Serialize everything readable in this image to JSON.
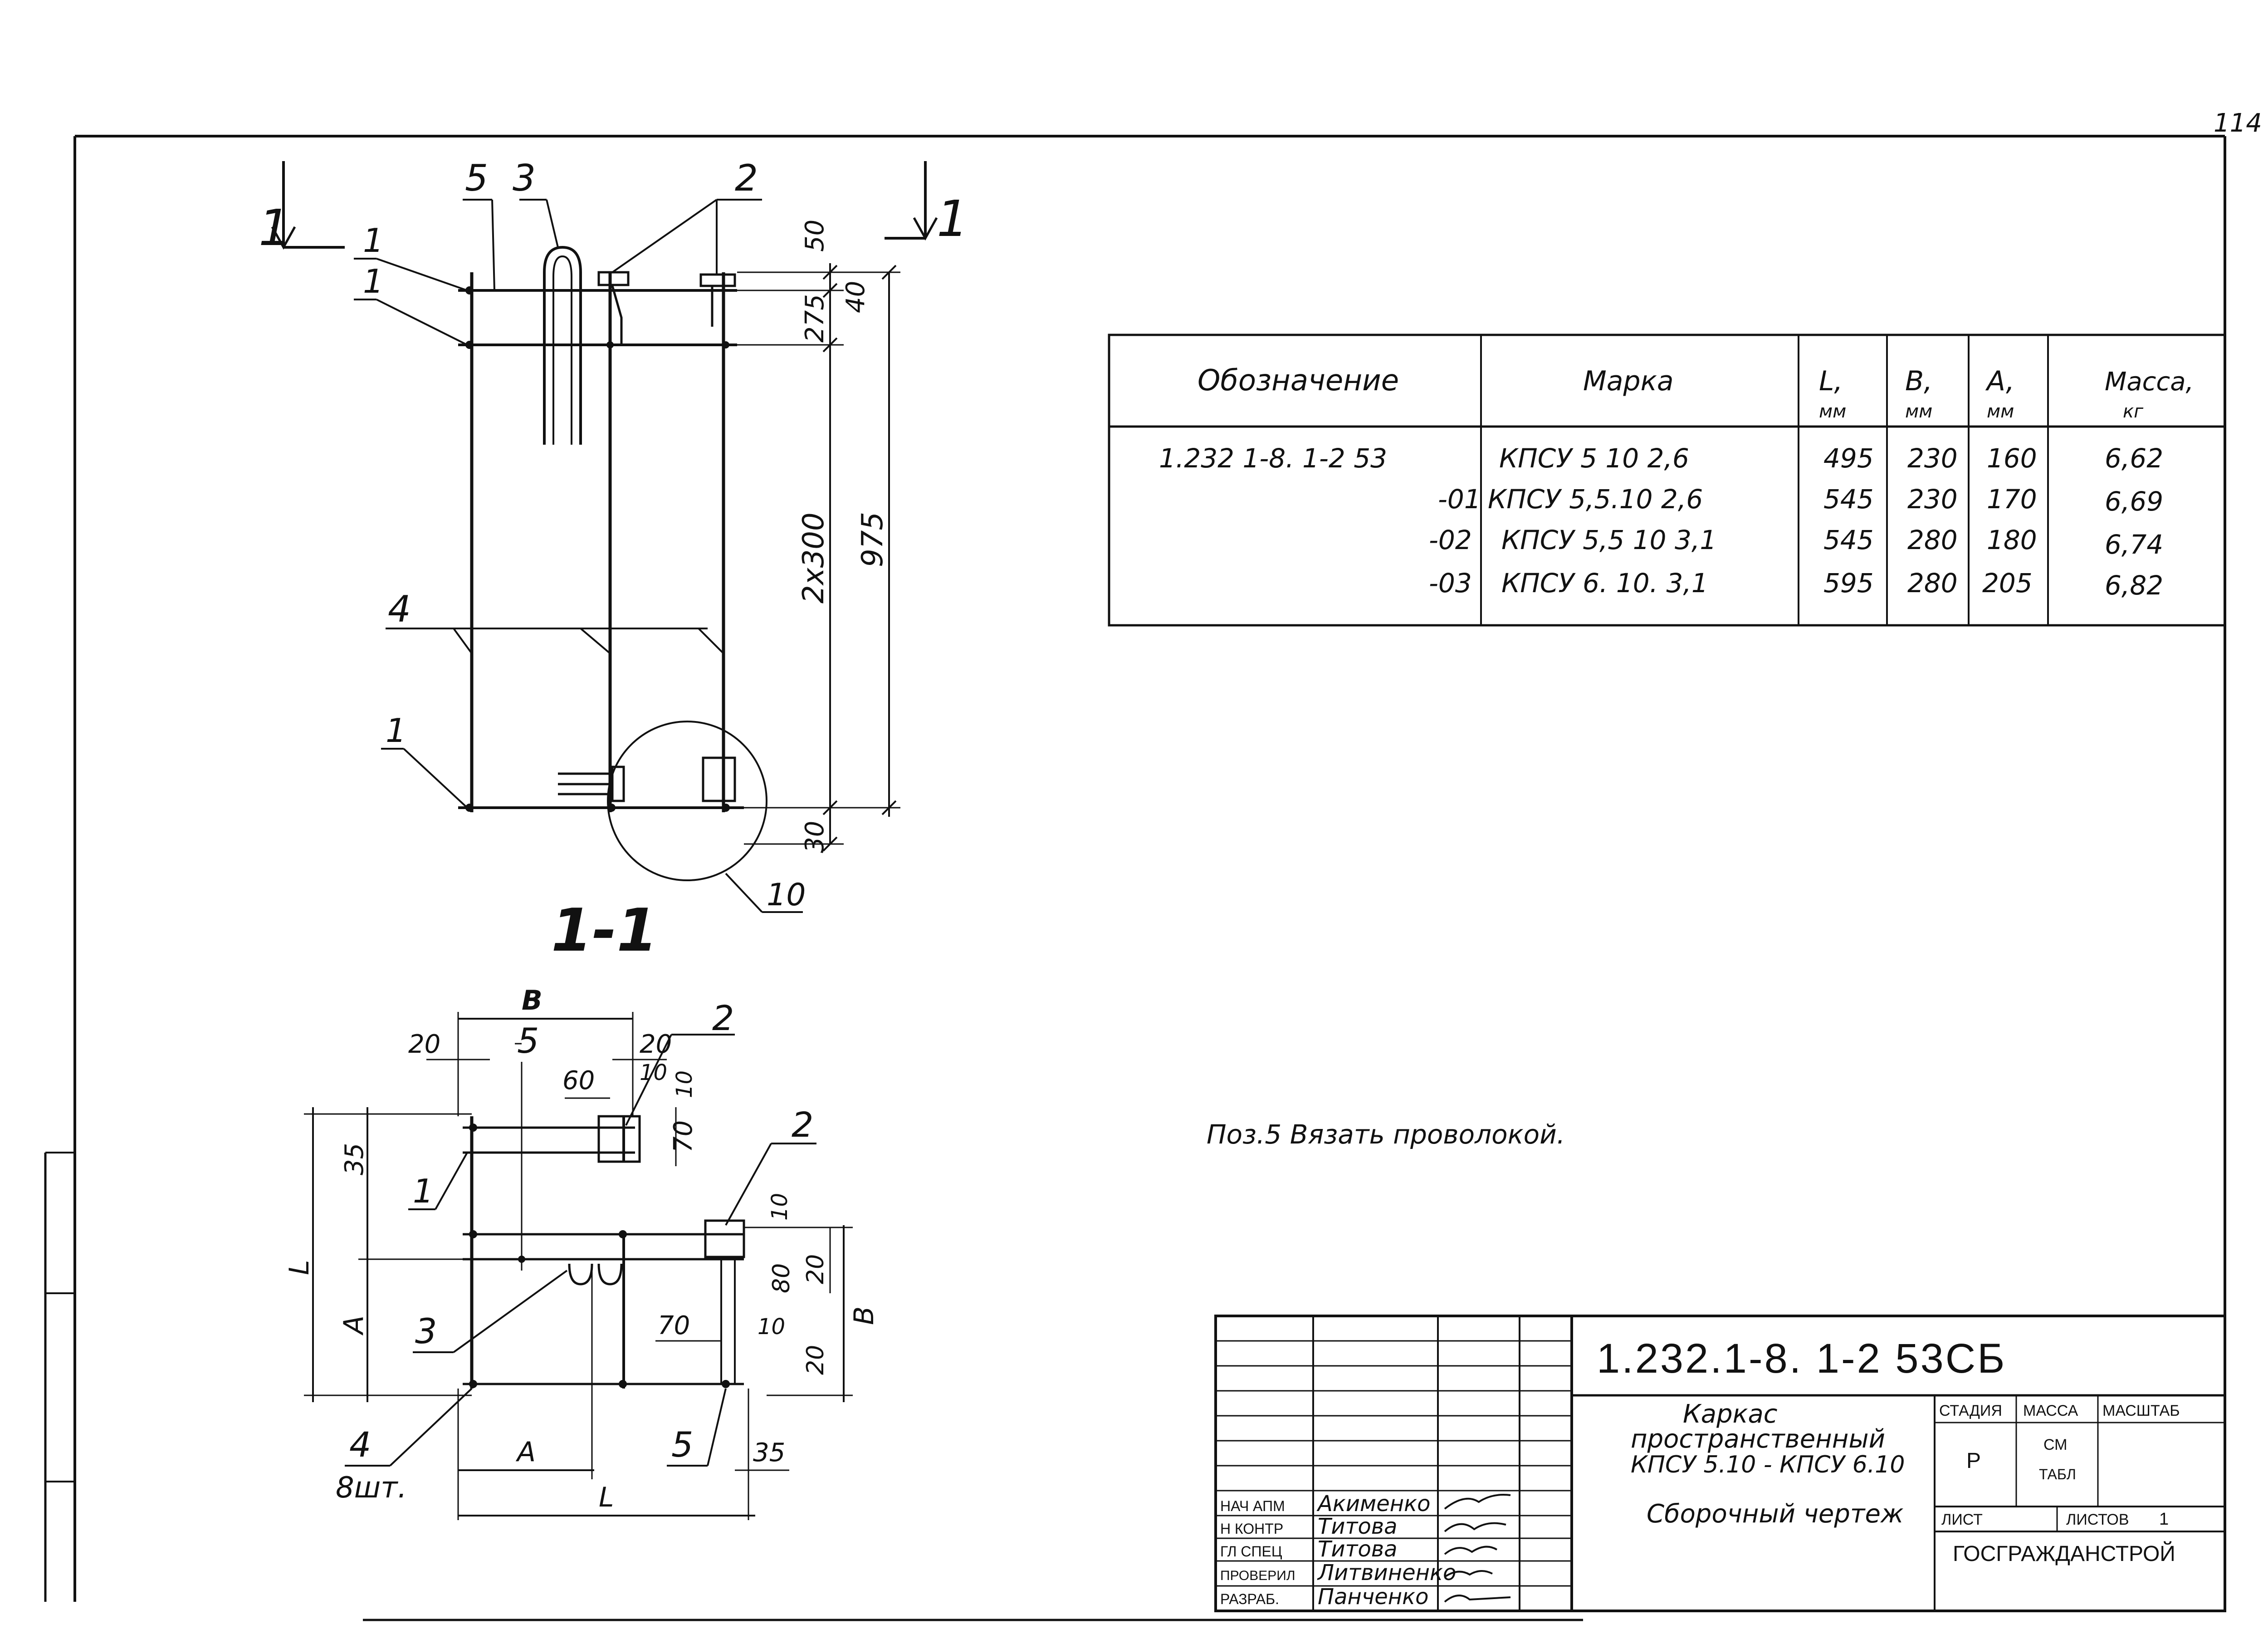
{
  "page_number": "114",
  "section_label": "1",
  "section_title": "1-1",
  "callouts": {
    "c1": "1",
    "c2": "2",
    "c3": "3",
    "c4": "4",
    "c5": "5",
    "c10": "10",
    "count_note": "8шт."
  },
  "dims_top": {
    "d50": "50",
    "d40": "40",
    "d275": "275",
    "d2x300": "2x300",
    "d975": "975",
    "d30": "30"
  },
  "dims_bottom": {
    "B": "B",
    "d20a": "20",
    "d60": "60",
    "d20b": "20",
    "d10a": "10",
    "d10b": "10",
    "d70a": "70",
    "d35a": "35",
    "L_left": "L",
    "A_left": "A",
    "d10c": "10",
    "d80": "80",
    "d20c": "20",
    "d70b": "70",
    "d10d": "10",
    "d20d": "20",
    "B_right": "B",
    "A_bottom": "A",
    "d35b": "35",
    "L_bottom": "L"
  },
  "spec_table": {
    "headers": {
      "designation": "Обозначение",
      "mark": "Марка",
      "L": "L,",
      "L_unit": "мм",
      "B": "B,",
      "B_unit": "мм",
      "A": "A,",
      "A_unit": "мм",
      "mass": "Масса,",
      "mass_unit": "кг"
    },
    "rows": [
      {
        "designation": "1.232 1-8. 1-2 53",
        "mark": "КПСУ 5 10 2,6",
        "L": "495",
        "B": "230",
        "A": "160",
        "mass": "6,62"
      },
      {
        "designation": "-01",
        "mark": "КПСУ 5,5.10 2,6",
        "L": "545",
        "B": "230",
        "A": "170",
        "mass": "6,69"
      },
      {
        "designation": "-02",
        "mark": "КПСУ 5,5 10 3,1",
        "L": "545",
        "B": "280",
        "A": "180",
        "mass": "6,74"
      },
      {
        "designation": "-03",
        "mark": "КПСУ 6. 10. 3,1",
        "L": "595",
        "B": "280",
        "A": "205",
        "mass": "6,82"
      }
    ]
  },
  "note": "Поз.5 Вязать проволокой.",
  "title_block": {
    "code": "1.232.1-8. 1-2  53СБ",
    "name_line1": "Каркас",
    "name_line2": "пространственный",
    "name_line3": "КПСУ 5.10 - КПСУ 6.10",
    "doc_type": "Сборочный чертеж",
    "stage_label": "СТАДИЯ",
    "mass_label": "МАССА",
    "scale_label": "МАСШТАБ",
    "stage_value": "Р",
    "mass_value_1": "СМ",
    "mass_value_2": "ТАБЛ",
    "sheet_label": "ЛИСТ",
    "sheets_label": "ЛИСТОВ",
    "sheets_value": "1",
    "organization": "ГОСГРАЖДАНСТРОЙ",
    "roles": [
      {
        "role": "НАЧ АПМ",
        "name": "Акименко"
      },
      {
        "role": "Н КОНТР",
        "name": "Титова"
      },
      {
        "role": "ГЛ СПЕЦ",
        "name": "Титова"
      },
      {
        "role": "ПРОВЕРИЛ",
        "name": "Литвиненко"
      },
      {
        "role": "РАЗРАБ.",
        "name": "Панченко"
      }
    ]
  }
}
